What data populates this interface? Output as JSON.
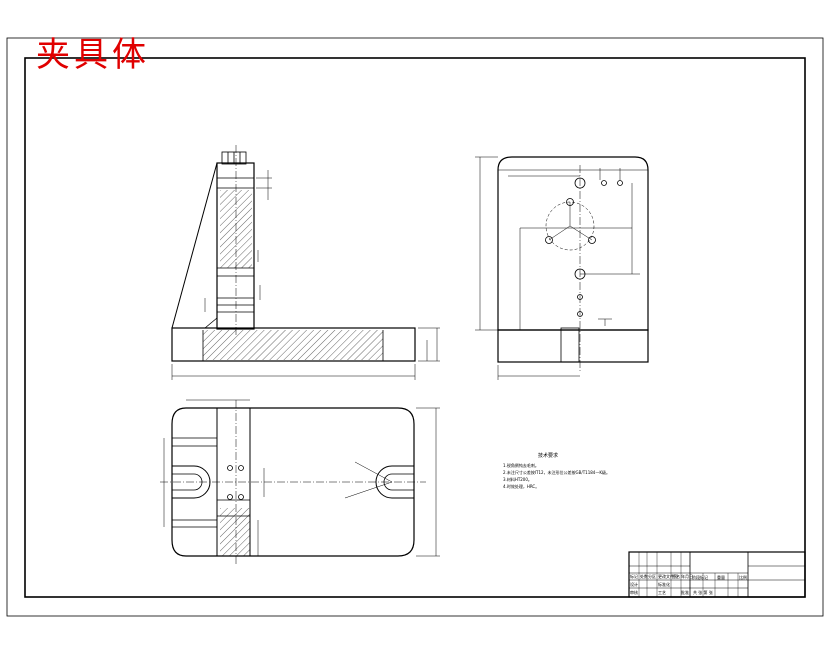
{
  "drawing": {
    "title": "夹具体",
    "colors": {
      "title": "#e00000",
      "line": "#000000",
      "paper": "#ffffff"
    },
    "technical_requirements": {
      "heading": "技术要求",
      "lines": [
        "1.锐角倒钝去毛刺。",
        "2.未注尺寸公差按IT12，未注形位公差按GB/T1184—K级。",
        "3.材料HT200。",
        "4.时效处理，HRC。"
      ]
    },
    "title_block": {
      "row1": [
        "标记",
        "处数",
        "分区",
        "更改文件号",
        "签名",
        "年月日"
      ],
      "row2": [
        "设计",
        "标准化",
        "阶段标记",
        "重量",
        "比例"
      ],
      "row3": [
        "审核",
        "工艺",
        "批准",
        "共 张 第 张"
      ]
    }
  }
}
